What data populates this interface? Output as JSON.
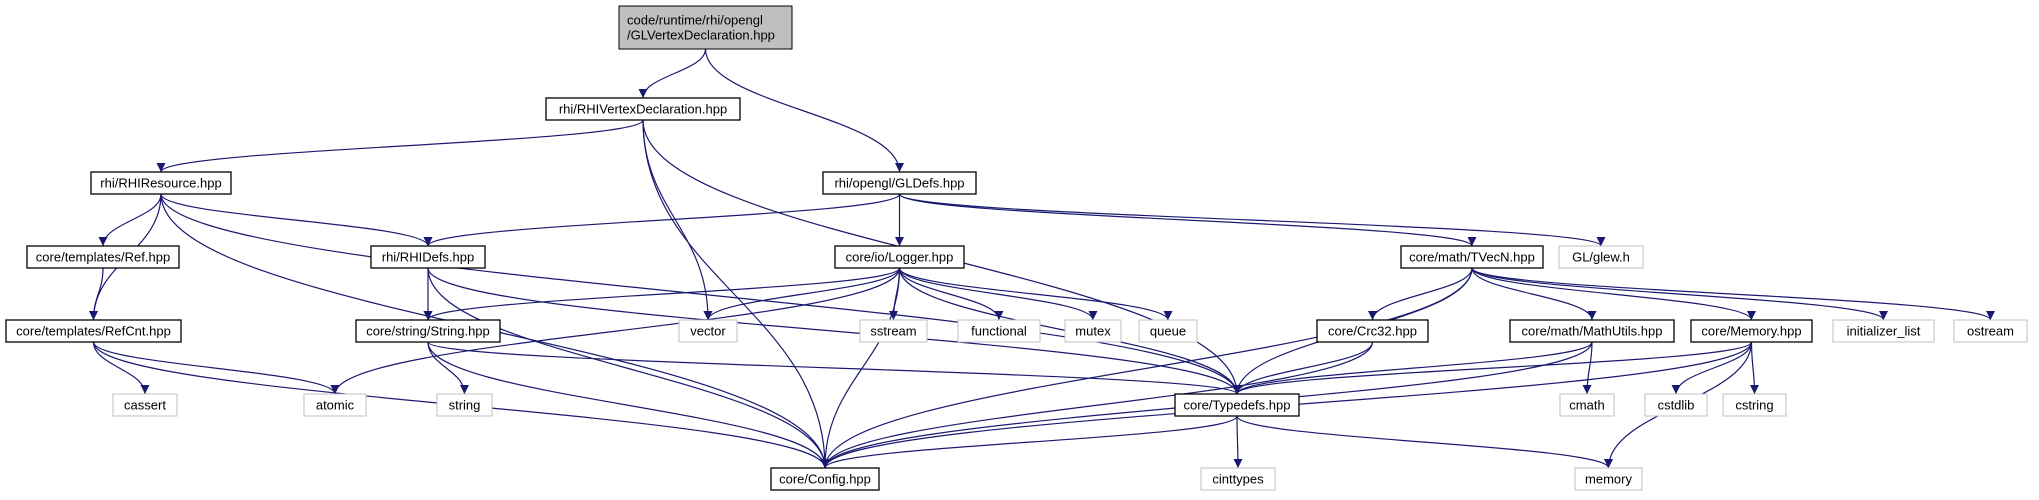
{
  "graph": {
    "colors": {
      "edge": "#191970",
      "node_border": "#000000",
      "root_fill": "#bfbfbf",
      "node_fill": "#ffffff",
      "external_border": "#bfbfbf",
      "text": "#000000",
      "external_text": "#000000"
    },
    "nodes": [
      {
        "id": "root",
        "lines": [
          "code/runtime/rhi/opengl",
          "/GLVertexDeclaration.hpp"
        ],
        "kind": "root"
      },
      {
        "id": "rhivd",
        "lines": [
          "rhi/RHIVertexDeclaration.hpp"
        ],
        "kind": "header"
      },
      {
        "id": "rhires",
        "lines": [
          "rhi/RHIResource.hpp"
        ],
        "kind": "header"
      },
      {
        "id": "gldefs",
        "lines": [
          "rhi/opengl/GLDefs.hpp"
        ],
        "kind": "header"
      },
      {
        "id": "ref",
        "lines": [
          "core/templates/Ref.hpp"
        ],
        "kind": "header"
      },
      {
        "id": "rhidefs",
        "lines": [
          "rhi/RHIDefs.hpp"
        ],
        "kind": "header"
      },
      {
        "id": "logger",
        "lines": [
          "core/io/Logger.hpp"
        ],
        "kind": "header"
      },
      {
        "id": "tvecn",
        "lines": [
          "core/math/TVecN.hpp"
        ],
        "kind": "header"
      },
      {
        "id": "glew",
        "lines": [
          "GL/glew.h"
        ],
        "kind": "external"
      },
      {
        "id": "refcnt",
        "lines": [
          "core/templates/RefCnt.hpp"
        ],
        "kind": "header"
      },
      {
        "id": "string",
        "lines": [
          "core/string/String.hpp"
        ],
        "kind": "header"
      },
      {
        "id": "vector",
        "lines": [
          "vector"
        ],
        "kind": "external"
      },
      {
        "id": "sstream",
        "lines": [
          "sstream"
        ],
        "kind": "external"
      },
      {
        "id": "functional",
        "lines": [
          "functional"
        ],
        "kind": "external"
      },
      {
        "id": "mutex",
        "lines": [
          "mutex"
        ],
        "kind": "external"
      },
      {
        "id": "queue",
        "lines": [
          "queue"
        ],
        "kind": "external"
      },
      {
        "id": "crc32",
        "lines": [
          "core/Crc32.hpp"
        ],
        "kind": "header"
      },
      {
        "id": "mathutils",
        "lines": [
          "core/math/MathUtils.hpp"
        ],
        "kind": "header"
      },
      {
        "id": "memoryh",
        "lines": [
          "core/Memory.hpp"
        ],
        "kind": "header"
      },
      {
        "id": "initlist",
        "lines": [
          "initializer_list"
        ],
        "kind": "external"
      },
      {
        "id": "ostream",
        "lines": [
          "ostream"
        ],
        "kind": "external"
      },
      {
        "id": "cassert",
        "lines": [
          "cassert"
        ],
        "kind": "external"
      },
      {
        "id": "atomic",
        "lines": [
          "atomic"
        ],
        "kind": "external"
      },
      {
        "id": "stdstring",
        "lines": [
          "string"
        ],
        "kind": "external"
      },
      {
        "id": "typedefs",
        "lines": [
          "core/Typedefs.hpp"
        ],
        "kind": "header"
      },
      {
        "id": "cmath",
        "lines": [
          "cmath"
        ],
        "kind": "external"
      },
      {
        "id": "cstdlib",
        "lines": [
          "cstdlib"
        ],
        "kind": "external"
      },
      {
        "id": "cstring",
        "lines": [
          "cstring"
        ],
        "kind": "external"
      },
      {
        "id": "config",
        "lines": [
          "core/Config.hpp"
        ],
        "kind": "header"
      },
      {
        "id": "cinttypes",
        "lines": [
          "cinttypes"
        ],
        "kind": "external"
      },
      {
        "id": "memory",
        "lines": [
          "memory"
        ],
        "kind": "external"
      }
    ],
    "edges": [
      [
        "root",
        "rhivd"
      ],
      [
        "root",
        "gldefs"
      ],
      [
        "rhivd",
        "rhires"
      ],
      [
        "rhivd",
        "config"
      ],
      [
        "rhivd",
        "typedefs"
      ],
      [
        "rhivd",
        "vector"
      ],
      [
        "rhires",
        "ref"
      ],
      [
        "rhires",
        "refcnt"
      ],
      [
        "rhires",
        "rhidefs"
      ],
      [
        "rhires",
        "config"
      ],
      [
        "rhires",
        "typedefs"
      ],
      [
        "gldefs",
        "rhidefs"
      ],
      [
        "gldefs",
        "logger"
      ],
      [
        "gldefs",
        "tvecn"
      ],
      [
        "gldefs",
        "glew"
      ],
      [
        "ref",
        "refcnt"
      ],
      [
        "refcnt",
        "cassert"
      ],
      [
        "refcnt",
        "atomic"
      ],
      [
        "refcnt",
        "config"
      ],
      [
        "rhidefs",
        "string"
      ],
      [
        "rhidefs",
        "typedefs"
      ],
      [
        "rhidefs",
        "config"
      ],
      [
        "logger",
        "string"
      ],
      [
        "logger",
        "vector"
      ],
      [
        "logger",
        "sstream"
      ],
      [
        "logger",
        "functional"
      ],
      [
        "logger",
        "mutex"
      ],
      [
        "logger",
        "queue"
      ],
      [
        "logger",
        "atomic"
      ],
      [
        "logger",
        "typedefs"
      ],
      [
        "logger",
        "config"
      ],
      [
        "string",
        "stdstring"
      ],
      [
        "string",
        "typedefs"
      ],
      [
        "string",
        "config"
      ],
      [
        "tvecn",
        "crc32"
      ],
      [
        "tvecn",
        "mathutils"
      ],
      [
        "tvecn",
        "memoryh"
      ],
      [
        "tvecn",
        "initlist"
      ],
      [
        "tvecn",
        "ostream"
      ],
      [
        "tvecn",
        "typedefs"
      ],
      [
        "tvecn",
        "config"
      ],
      [
        "crc32",
        "typedefs"
      ],
      [
        "crc32",
        "config"
      ],
      [
        "mathutils",
        "cmath"
      ],
      [
        "mathutils",
        "typedefs"
      ],
      [
        "mathutils",
        "config"
      ],
      [
        "memoryh",
        "cstdlib"
      ],
      [
        "memoryh",
        "cstring"
      ],
      [
        "memoryh",
        "memory"
      ],
      [
        "memoryh",
        "typedefs"
      ],
      [
        "memoryh",
        "config"
      ],
      [
        "typedefs",
        "config"
      ],
      [
        "typedefs",
        "cinttypes"
      ],
      [
        "typedefs",
        "memory"
      ]
    ]
  }
}
